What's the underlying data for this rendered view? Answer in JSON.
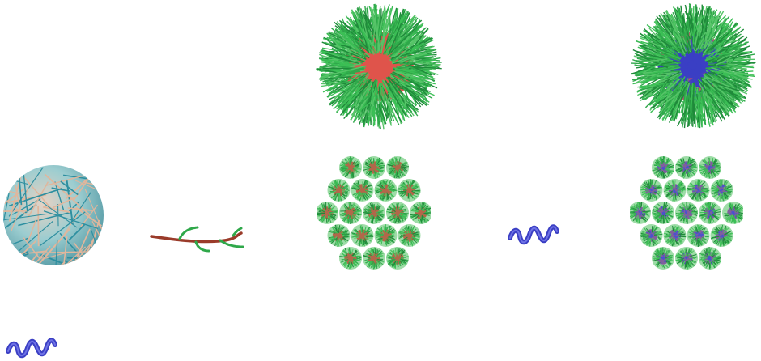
{
  "figure": {
    "panels": [
      {
        "id": "nanoparticle",
        "label": ""
      },
      {
        "id": "polymer-chain",
        "label": ""
      },
      {
        "id": "micelle-empty",
        "label": ""
      },
      {
        "id": "peptide",
        "label": ""
      },
      {
        "id": "micelle-loaded",
        "label": ""
      },
      {
        "id": "peptide-bottom",
        "label": ""
      }
    ],
    "colors": {
      "corona_green": "#2fa84a",
      "core_red": "#d9362c",
      "peptide_blue": "#3b3fc4",
      "cargo_purple": "#6a3fb0",
      "sphere_teal": "#7ec3c9",
      "sphere_tan": "#d9b29b",
      "backbone_brown": "#9a3b2a"
    },
    "icons": [
      "nanoparticle-sphere",
      "branched-polymer",
      "micelle",
      "micelle-array",
      "helical-peptide",
      "loaded-micelle",
      "loaded-micelle-array"
    ]
  }
}
